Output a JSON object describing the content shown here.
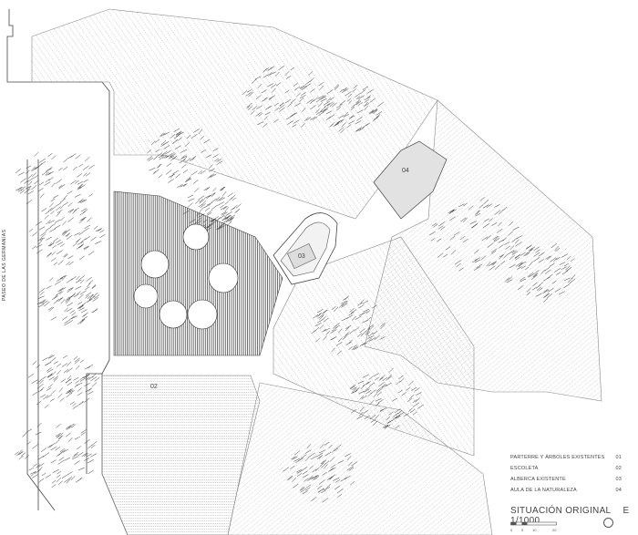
{
  "street_label": "PASEO DE LAS GERMANÍAS",
  "zones": [
    {
      "id": "02",
      "label": "02"
    },
    {
      "id": "03",
      "label": "03"
    },
    {
      "id": "04",
      "label": "04"
    }
  ],
  "legend": [
    {
      "text": "PARTERRE Y ÁRBOLES EXISTENTES",
      "num": "01"
    },
    {
      "text": "ESCOLETA",
      "num": "02"
    },
    {
      "text": "ALBERCA EXISTENTE",
      "num": "03"
    },
    {
      "text": "AULA DE LA NATURALEZA",
      "num": "04"
    }
  ],
  "title": {
    "name": "SITUACIÓN ORIGINAL",
    "scale": "E 1/1000"
  },
  "scale_ticks": [
    "0",
    "5",
    "10",
    "20"
  ],
  "colors": {
    "line": "#555555",
    "fill": "#e4e4e4",
    "hatch": "#9a9a9a",
    "dark": "#333333"
  }
}
